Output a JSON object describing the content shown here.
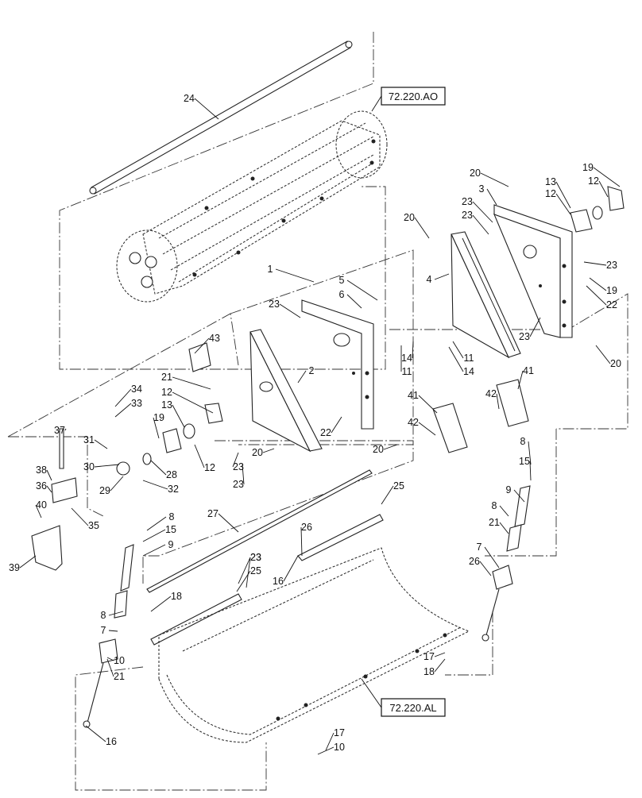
{
  "diagram": {
    "reference_boxes": [
      {
        "id": "ref-top",
        "label": "72.220.AO"
      },
      {
        "id": "ref-bottom",
        "label": "72.220.AL"
      }
    ],
    "callouts": [
      "24",
      "20",
      "3",
      "19",
      "12",
      "13",
      "12",
      "23",
      "20",
      "23",
      "4",
      "23",
      "19",
      "22",
      "23",
      "20",
      "1",
      "5",
      "6",
      "23",
      "43",
      "2",
      "21",
      "12",
      "13",
      "14",
      "11",
      "11",
      "14",
      "41",
      "41",
      "42",
      "42",
      "34",
      "33",
      "37",
      "19",
      "31",
      "30",
      "28",
      "29",
      "32",
      "12",
      "23",
      "20",
      "23",
      "22",
      "20",
      "38",
      "36",
      "35",
      "40",
      "39",
      "27",
      "25",
      "26",
      "23",
      "16",
      "8",
      "15",
      "9",
      "8",
      "7",
      "21",
      "10",
      "16",
      "8",
      "15",
      "9",
      "8",
      "21",
      "7",
      "26",
      "23",
      "25",
      "18",
      "17",
      "18",
      "17",
      "10"
    ]
  }
}
